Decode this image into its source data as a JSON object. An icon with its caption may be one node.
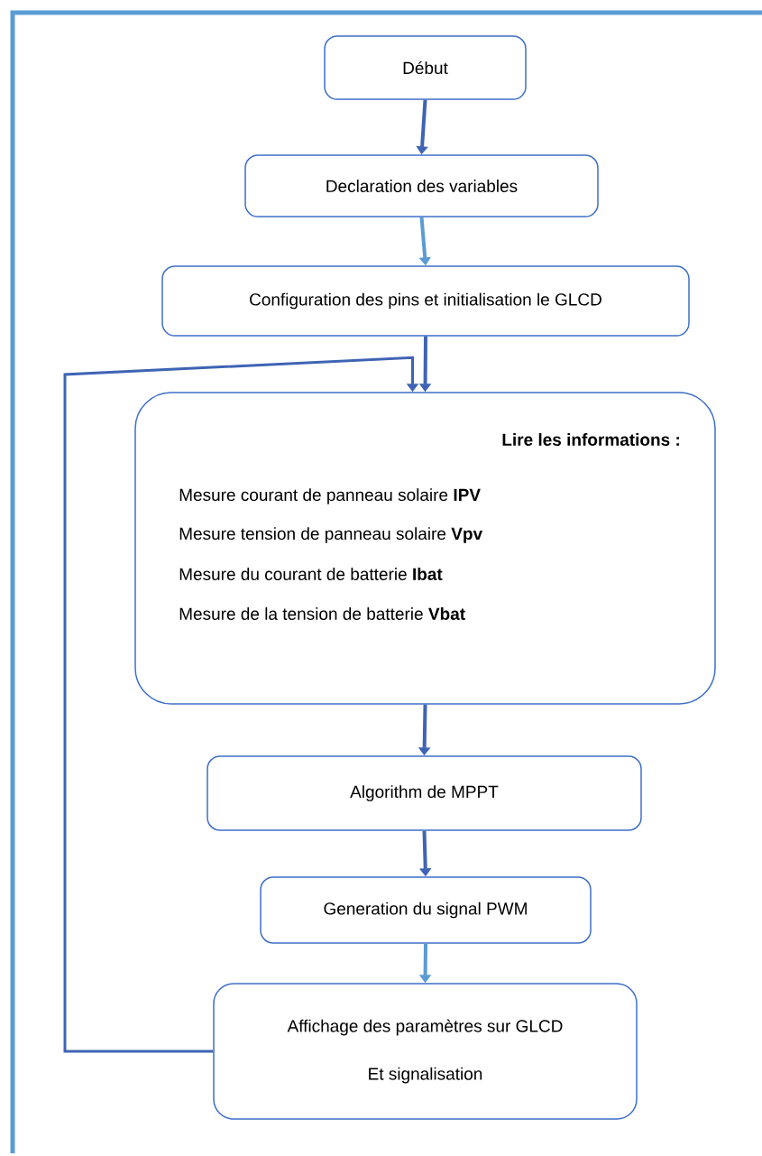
{
  "diagram": {
    "nodes": [
      {
        "text": [
          "Début"
        ]
      },
      {
        "text": [
          "Declaration des variables"
        ]
      },
      {
        "text": [
          "Configuration des pins et initialisation le GLCD"
        ]
      },
      {
        "text": [
          "Lire les informations :",
          "Mesure courant de panneau solaire **IPV**",
          "Mesure tension de panneau solaire **Vpv**",
          "Mesure du courant de batterie **Ibat**",
          "Mesure de la tension de batterie **Vbat**"
        ]
      },
      {
        "text": [
          "Algorithm de MPPT"
        ]
      },
      {
        "text": [
          "Generation du signal PWM"
        ]
      },
      {
        "text": [
          "Affichage des paramètres sur GLCD",
          "Et signalisation"
        ]
      }
    ],
    "edges": [
      {
        "from": 0,
        "to": 1,
        "arrow": "to"
      },
      {
        "from": 1,
        "to": 2,
        "arrow": "to",
        "color": "#5b9bd5"
      },
      {
        "from": 2,
        "to": 3,
        "arrow": "to"
      },
      {
        "from": 3,
        "to": 4,
        "arrow": "to"
      },
      {
        "from": 4,
        "to": 5,
        "arrow": "to"
      },
      {
        "from": 5,
        "to": 6,
        "arrow": "to",
        "color": "#5b9bd5"
      },
      {
        "from": 6,
        "to": 3,
        "arrow": "to"
      }
    ]
  }
}
